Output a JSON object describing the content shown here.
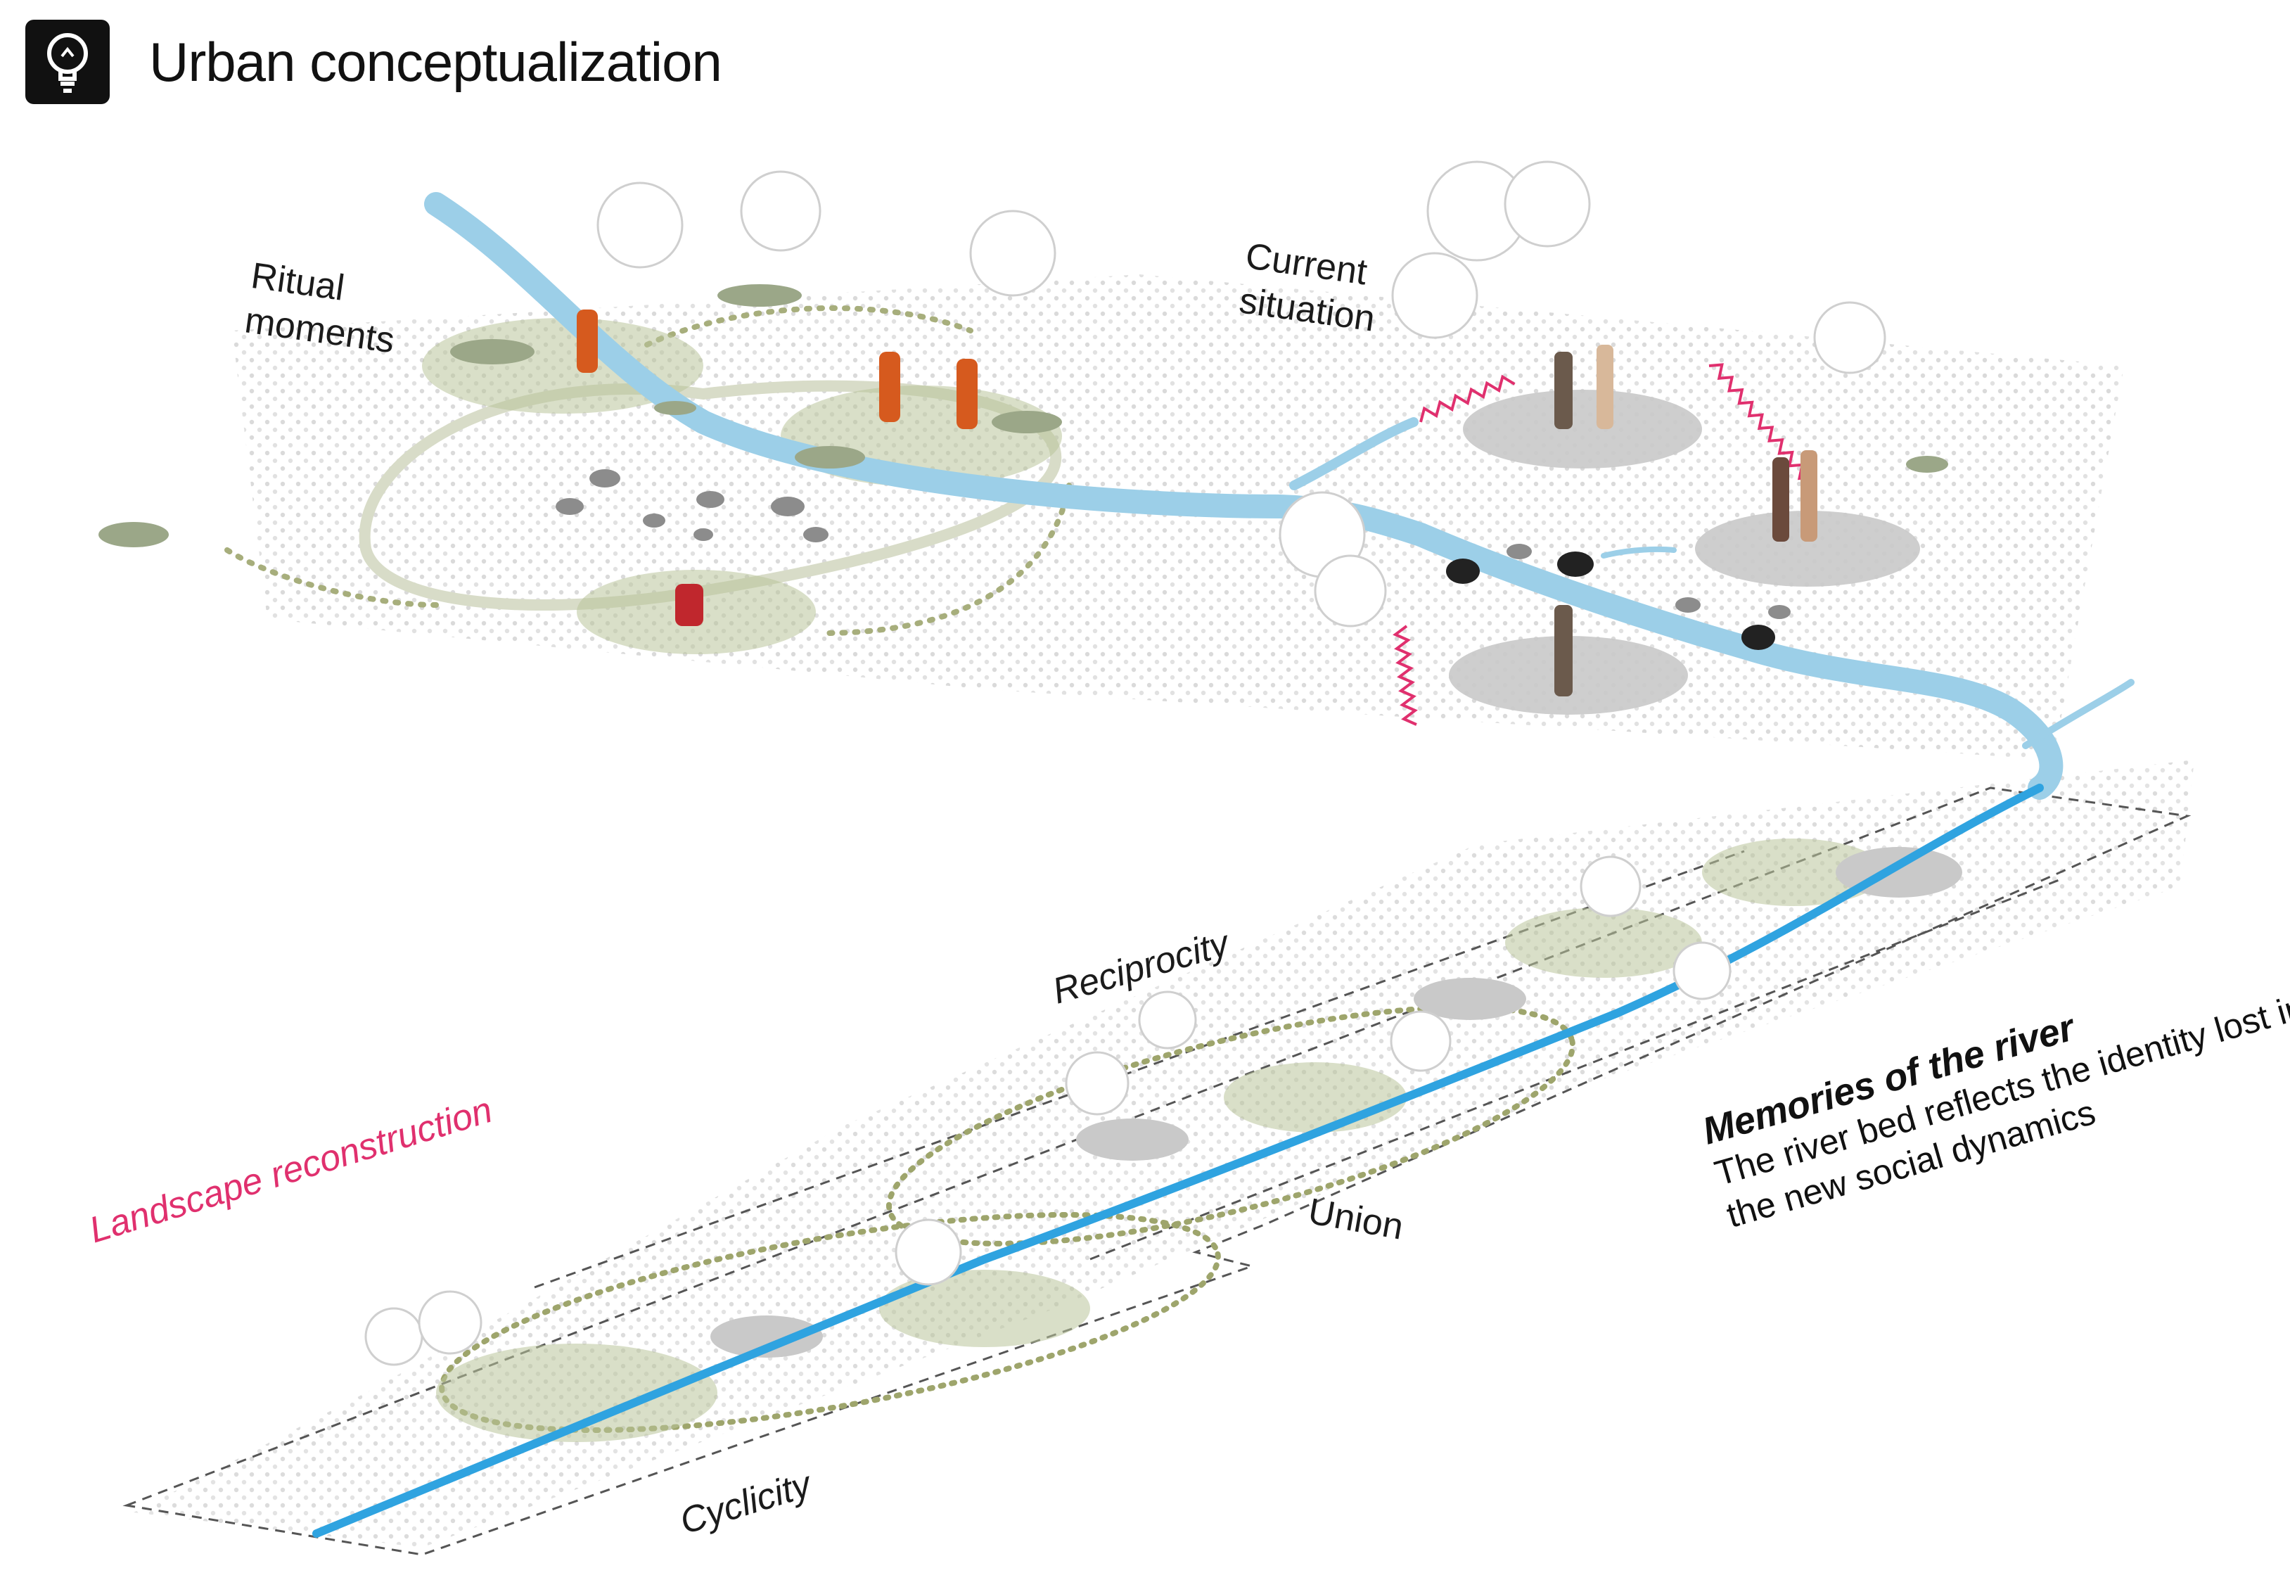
{
  "header": {
    "title": "Urban conceptualization",
    "icon": "lightbulb-icon"
  },
  "labels": {
    "ritual_line1": "Ritual",
    "ritual_line2": "moments",
    "current_line1": "Current",
    "current_line2": "situation",
    "reciprocity": "Reciprocity",
    "landscape": "Landscape reconstruction",
    "union": "Union",
    "cyclicity": "Cyclicity"
  },
  "memories": {
    "title": "Memories of the river",
    "body": "The river bed reflects the identity lost in the new social dynamics"
  },
  "colors": {
    "river": "#9ccfe8",
    "river_dark": "#2fa3e0",
    "green": "#b9c49a",
    "grey_pad": "#c8c8c8",
    "accent_pink": "#e0306e",
    "dots": "#d5d5d5",
    "path": "#a7ae7c"
  }
}
